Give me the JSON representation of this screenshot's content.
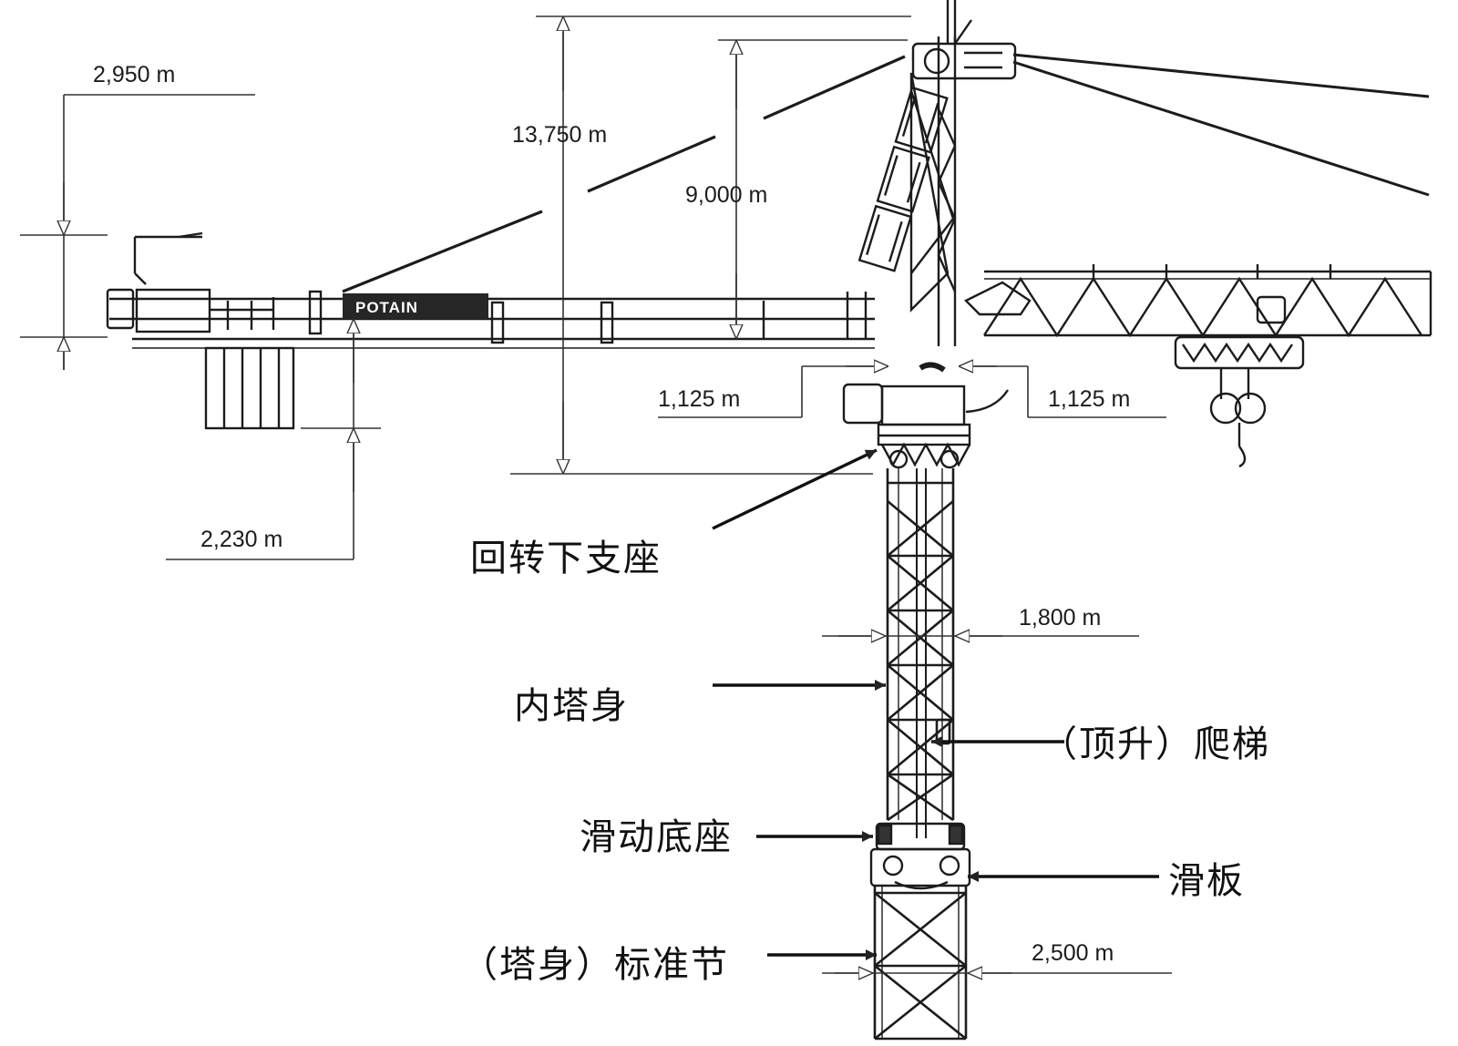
{
  "colors": {
    "line": "#1c1c1c",
    "dim_line": "#333333",
    "hatch": "#3a3a3a",
    "background": "#ffffff"
  },
  "diagram": {
    "dimensions": {
      "d_2950": "2,950 m",
      "d_13750": "13,750 m",
      "d_9000": "9,000 m",
      "d_1125_left": "1,125 m",
      "d_1125_right": "1,125 m",
      "d_2230": "2,230 m",
      "d_1800": "1,800 m",
      "d_2500": "2,500 m"
    },
    "labels": {
      "lower_slewing_support": "回转下支座",
      "inner_tower": "内塔身",
      "climbing_ladder": "（顶升）爬梯",
      "sliding_base": "滑动底座",
      "slide_plate": "滑板",
      "standard_section": "（塔身）标准节"
    },
    "brand_text": "POTAIN"
  }
}
